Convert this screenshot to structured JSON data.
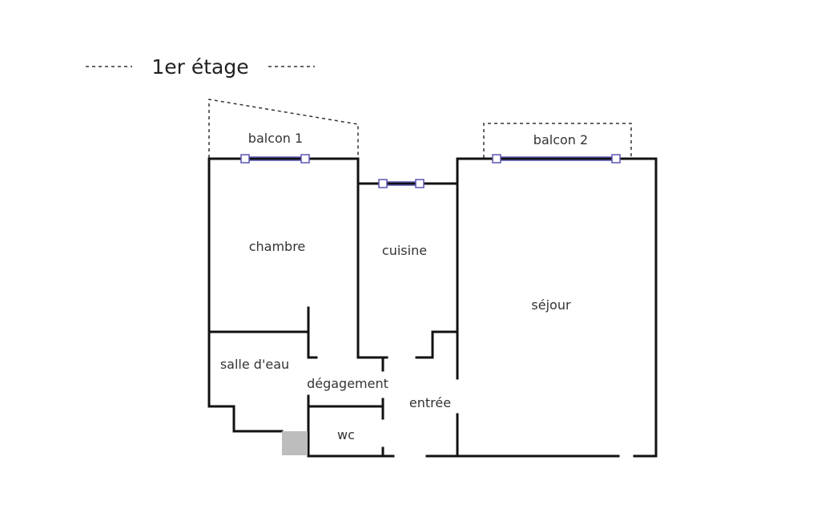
{
  "title": "1er étage",
  "rooms": {
    "balcon1": "balcon 1",
    "balcon2": "balcon 2",
    "chambre": "chambre",
    "cuisine": "cuisine",
    "sejour": "séjour",
    "salle_deau": "salle d'eau",
    "degagement": "dégagement",
    "entree": "entrée",
    "wc": "wc"
  },
  "colors": {
    "wall": "#111111",
    "window": "#5a55b0",
    "shaft": "#bdbdbd"
  }
}
